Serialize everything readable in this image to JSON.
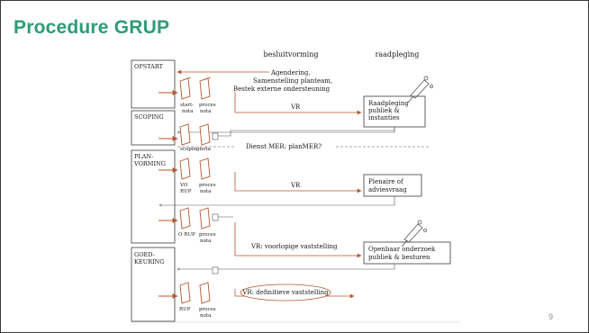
{
  "slide": {
    "title": "Procedure GRUP",
    "page_number": "9"
  },
  "headers": {
    "decision": "besluitvorming",
    "consultation": "raadpleging"
  },
  "phases": {
    "opstart": "OPSTART",
    "scoping": "SCOPING",
    "planvorming_1": "PLAN-",
    "planvorming_2": "VORMING",
    "goedkeuring_1": "GOED-",
    "goedkeuring_2": "KEURING"
  },
  "agenda": {
    "line1": "Agendering,",
    "line2": "Samenstelling planteam,",
    "line3": "Bestek externe ondersteuning"
  },
  "docs": {
    "startnota_1": "start-",
    "startnota_2": "nota",
    "procesnota_1": "proces",
    "procesnota_2": "nota",
    "scopingnota": "scopingnota",
    "vorup_1": "VO",
    "vorup_2": "RUP",
    "orup": "O RUP",
    "rup": "RUP"
  },
  "flows": {
    "vr": "VR",
    "dienst_mer": "Dienst MER: planMER?",
    "vr_voorlopige": "VR: voorlopige vaststelling",
    "vr_definitieve": "VR: definitieve vaststelling"
  },
  "consult_boxes": {
    "raadpleging_1": "Raadpleging",
    "raadpleging_2": "publiek &",
    "raadpleging_3": "instanties",
    "plenaire_1": "Plenaire of",
    "plenaire_2": "adviesvraag",
    "openbaar_1": "Openbaar onderzoek",
    "openbaar_2": "publiek & besturen"
  },
  "colors": {
    "accent_green": "#2e9c74",
    "flow_orange": "#b5552e",
    "outline": "#3b3b3b"
  },
  "icons": [
    "document-icon",
    "megaphone-icon"
  ]
}
